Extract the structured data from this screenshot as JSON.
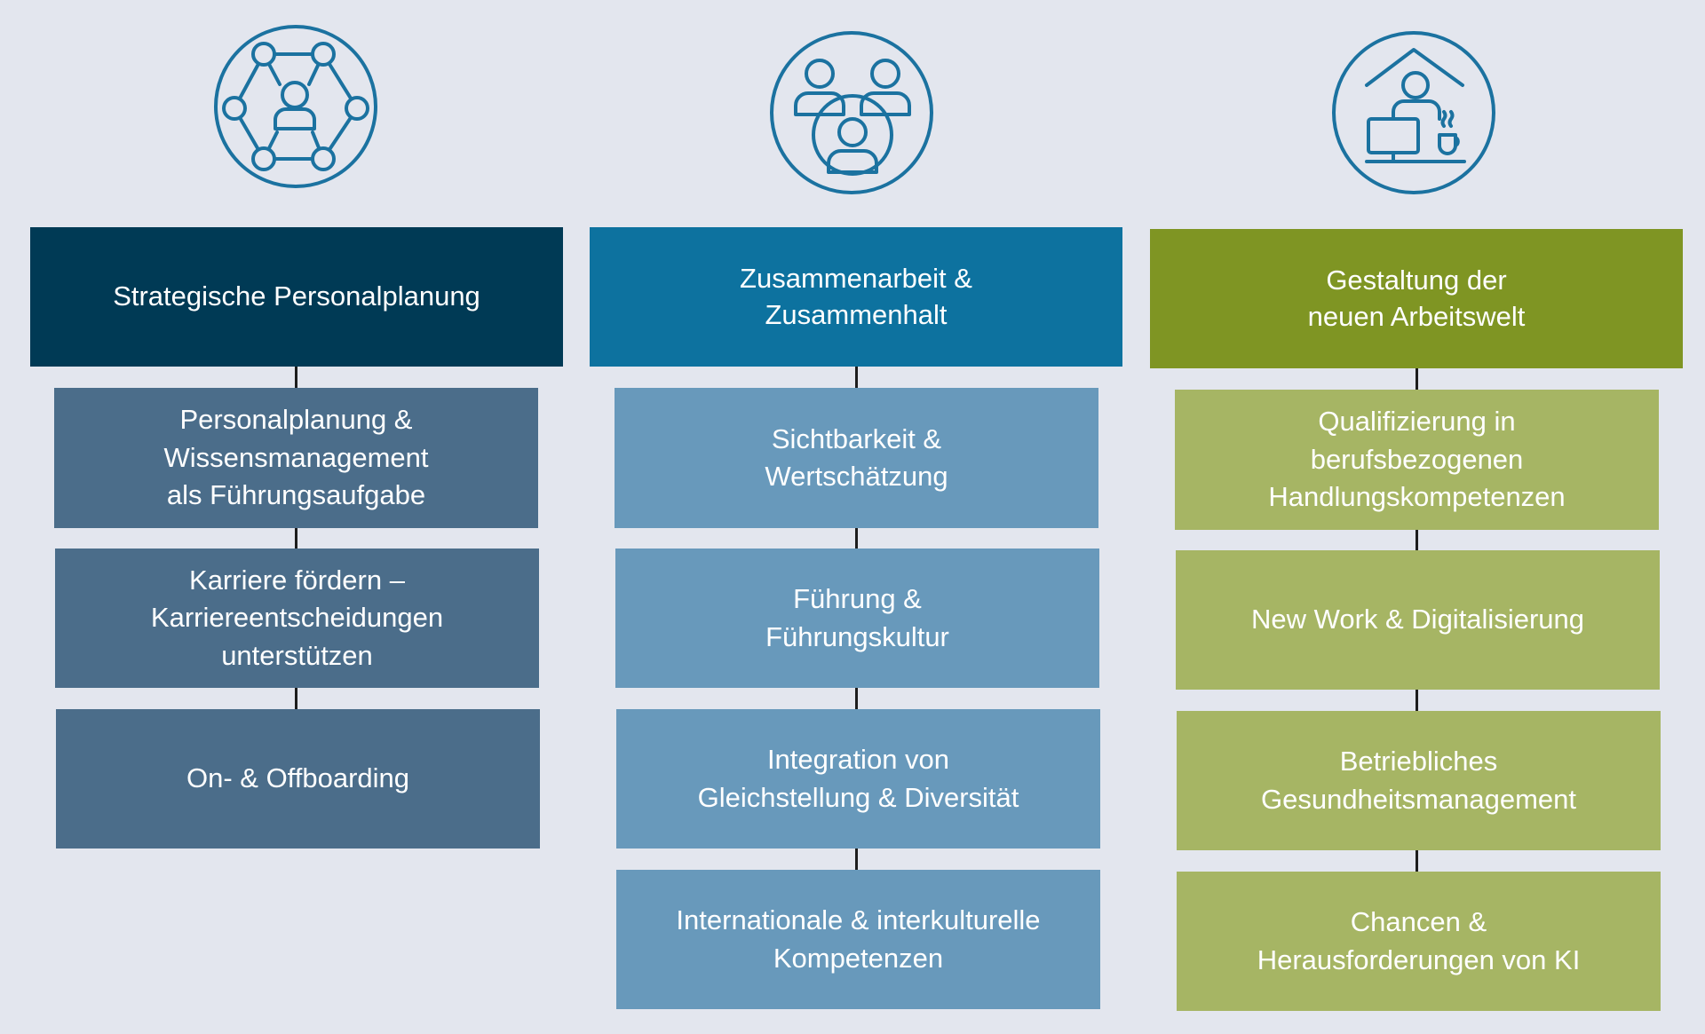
{
  "colors": {
    "background": "#e3e6ee",
    "icon_stroke": "#1b72a0",
    "connector": "#1d1d1d",
    "text": "#ffffff"
  },
  "columns": [
    {
      "icon": "network-person-icon",
      "header": "Strategische Personalplanung",
      "header_color": "#003a55",
      "item_color": "#4b6d8a",
      "items": [
        "Personalplanung &\nWissensmanagement\nals Führungsaufgabe",
        "Karriere fördern –\nKarriereentscheidungen\nunterstützen",
        "On- & Offboarding"
      ]
    },
    {
      "icon": "team-group-icon",
      "header": "Zusammenarbeit &\nZusammenhalt",
      "header_color": "#0d729f",
      "item_color": "#6899bb",
      "items": [
        "Sichtbarkeit &\nWertschätzung",
        "Führung &\nFührungskultur",
        "Integration von\nGleichstellung & Diversität",
        "Internationale & interkulturelle\nKompetenzen"
      ]
    },
    {
      "icon": "home-office-icon",
      "header": "Gestaltung der\nneuen Arbeitswelt",
      "header_color": "#7f9523",
      "item_color": "#a6b564",
      "items": [
        "Qualifizierung in\nberufsbezogenen\nHandlungskompetenzen",
        "New Work & Digitalisierung",
        "Betriebliches\nGesundheitsmanagement",
        "Chancen &\nHerausforderungen von KI"
      ]
    }
  ]
}
